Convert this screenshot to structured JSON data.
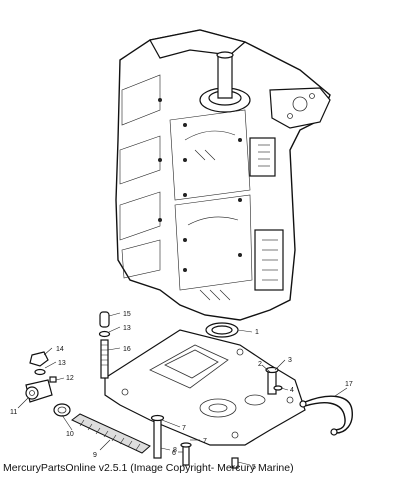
{
  "caption": "MercuryPartsOnline v2.5.1 (Image Copyright- Mercury Marine)",
  "callouts": [
    "1",
    "2",
    "3",
    "4",
    "5",
    "6",
    "7",
    "8",
    "9",
    "10",
    "11",
    "12",
    "13",
    "14",
    "15",
    "13",
    "16",
    "7",
    "17"
  ]
}
